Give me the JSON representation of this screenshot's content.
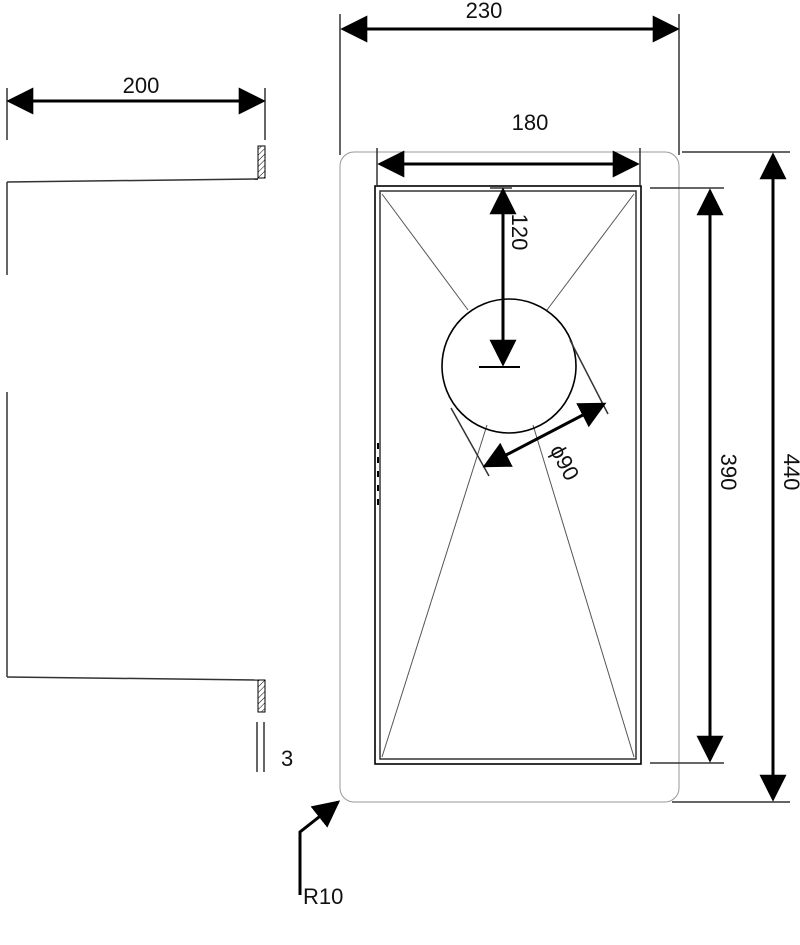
{
  "drawing": {
    "dimensions": {
      "overall_width": "230",
      "bowl_width": "180",
      "section_width": "200",
      "bowl_length": "390",
      "overall_length": "440",
      "drain_offset": "120",
      "drain_diameter": "ϕ90",
      "corner_radius": "R10",
      "thickness": "3"
    },
    "colors": {
      "line": "#000000",
      "thin_line": "#555555",
      "background": "#ffffff"
    }
  }
}
